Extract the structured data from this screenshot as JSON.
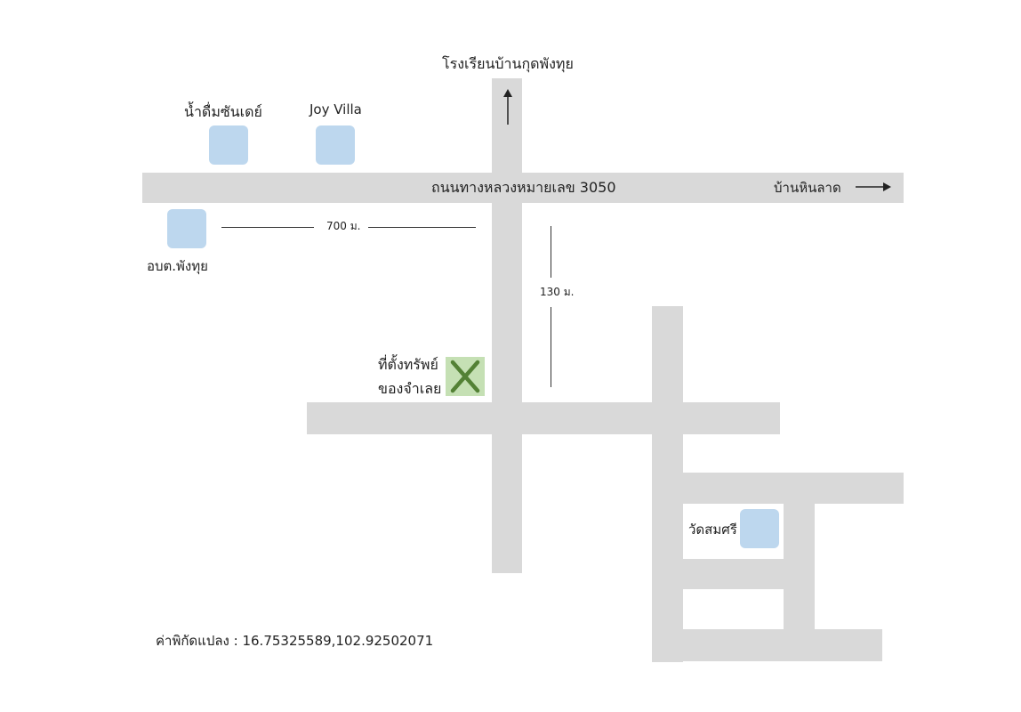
{
  "labels": {
    "school": "โรงเรียนบ้านกุดพังทุย",
    "water": "น้ำดื่มซันเดย์",
    "joy_villa": "Joy Villa",
    "highway": "ถนนทางหลวงหมายเลข 3050",
    "ban_hin_lat": "บ้านหินลาด",
    "obt": "อบต.พังทุย",
    "dist_700": "700 ม.",
    "dist_130": "130 ม.",
    "property_line1": "ที่ตั้งทรัพย์",
    "property_line2": "ของจำเลย",
    "marker_symbol": "X",
    "temple": "วัดสมศรี",
    "coords": "ค่าพิกัดแปลง : 16.75325589,102.92502071"
  },
  "colors": {
    "road": "#d9d9d9",
    "poi": "#bdd7ee",
    "marker_bg": "#c5e0b4",
    "marker_x": "#538135"
  }
}
